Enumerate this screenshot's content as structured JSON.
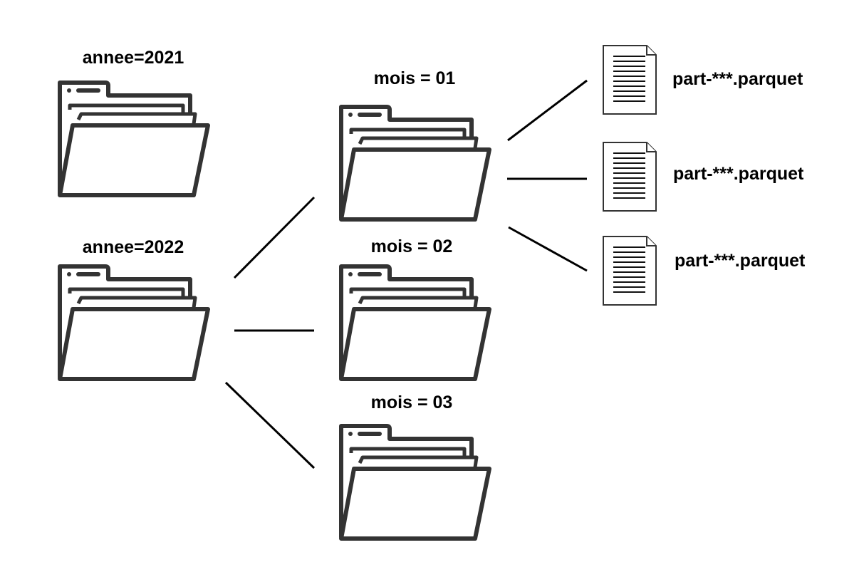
{
  "colors": {
    "background": "#ffffff",
    "stroke": "#333333",
    "text": "#000000"
  },
  "level1": [
    {
      "label": "annee=2021",
      "icon": "folder-icon"
    },
    {
      "label": "annee=2022",
      "icon": "folder-icon"
    }
  ],
  "level2": [
    {
      "label": "mois = 01",
      "icon": "folder-icon"
    },
    {
      "label": "mois = 02",
      "icon": "folder-icon"
    },
    {
      "label": "mois = 03",
      "icon": "folder-icon"
    }
  ],
  "files": [
    {
      "label": "part-***.parquet",
      "icon": "document-icon"
    },
    {
      "label": "part-***.parquet",
      "icon": "document-icon"
    },
    {
      "label": "part-***.parquet",
      "icon": "document-icon"
    }
  ]
}
